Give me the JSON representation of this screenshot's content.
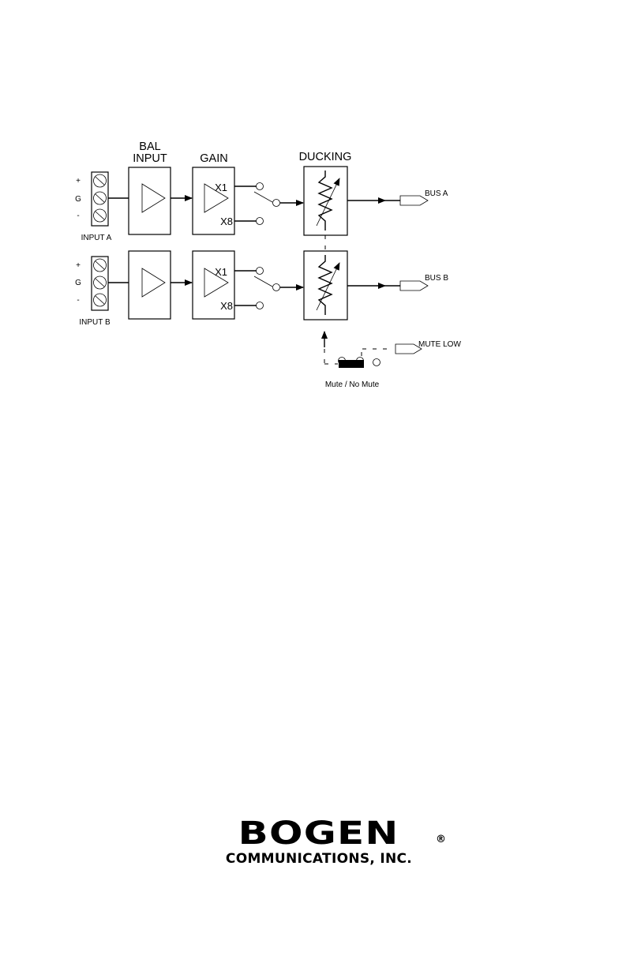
{
  "diagram": {
    "headers": {
      "bal_input_line1": "BAL",
      "bal_input_line2": "INPUT",
      "gain": "GAIN",
      "ducking": "DUCKING"
    },
    "terminals": {
      "plus": "+",
      "ground": "G",
      "minus": "-"
    },
    "inputs": {
      "a": "INPUT A",
      "b": "INPUT B"
    },
    "gain_options": {
      "x1": "X1",
      "x8": "X8"
    },
    "outputs": {
      "bus_a": "BUS A",
      "bus_b": "BUS B",
      "mute_low": "MUTE LOW"
    },
    "switch_label": "Mute / No Mute"
  },
  "logo": {
    "word": "BOGEN",
    "registered": "®",
    "subtitle": "COMMUNICATIONS, INC."
  },
  "colors": {
    "ink": "#000000",
    "background": "#ffffff"
  }
}
